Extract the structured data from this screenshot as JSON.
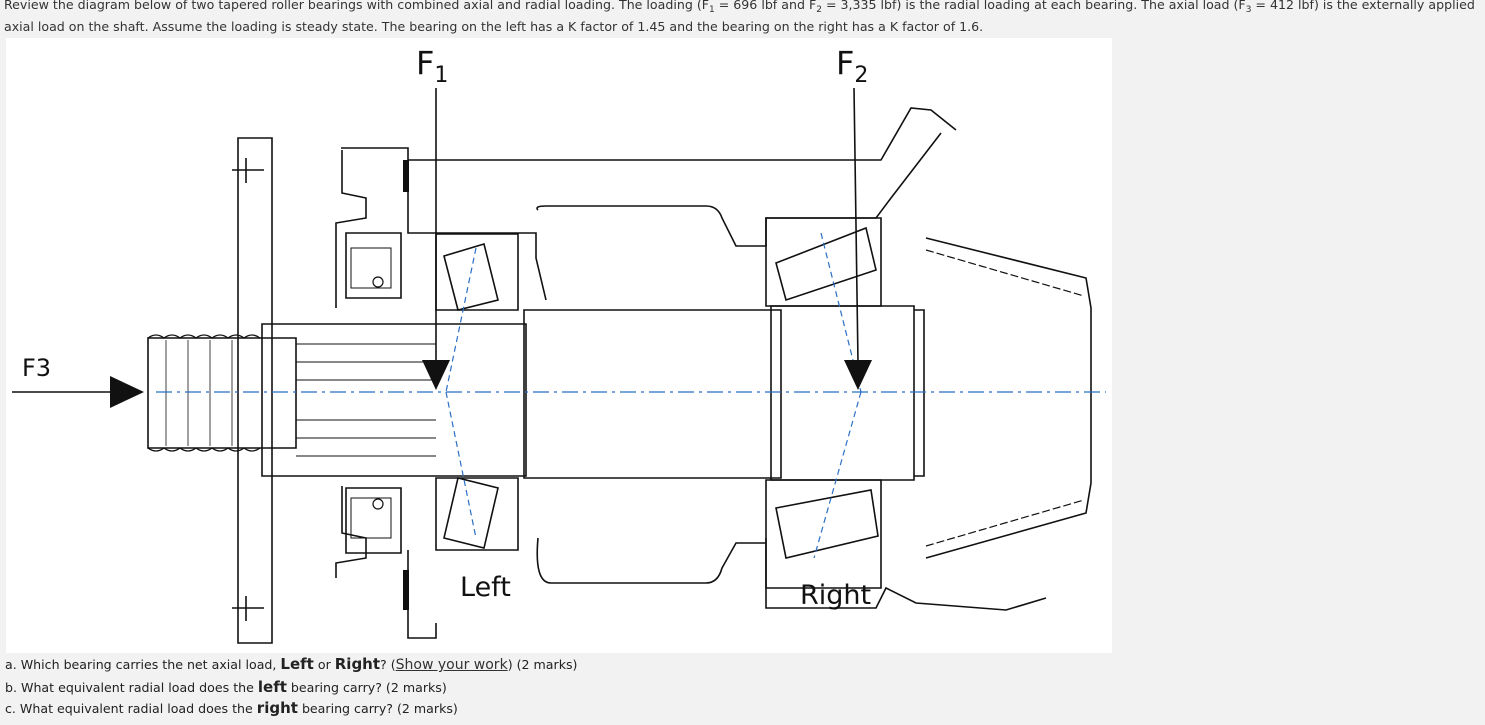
{
  "intro": {
    "line1_a": "Review the diagram below of two tapered roller bearings with combined axial and radial loading. The loading (F",
    "line1_sub1": "1",
    "line1_b": " = 696 lbf and F",
    "line1_sub2": "2",
    "line1_c": " = 3,335 lbf) is the radial loading at each bearing. The axial load (F",
    "line1_sub3": "3",
    "line1_d": " = 412 lbf) is the externally applied",
    "line2": "axial load on the shaft. Assume the loading is steady state. The bearing on the left has a K factor of 1.45 and the bearing on the right has a K factor of 1.6."
  },
  "diagram": {
    "f1_main": "F",
    "f1_sub": "1",
    "f2_main": "F",
    "f2_sub": "2",
    "f3_label": "F3",
    "left_label": "Left",
    "right_label": "Right"
  },
  "questions": {
    "a_pre": "a. Which bearing carries the net axial load, ",
    "a_left": "Left",
    "a_or": " or ",
    "a_right": "Right",
    "a_q": "? (",
    "a_link": "Show your work",
    "a_post": ") (2 marks)",
    "b_pre": "b. What equivalent radial load does the ",
    "b_bold": "left",
    "b_post": " bearing carry? (2 marks)",
    "c_pre": "c. What equivalent radial load does the ",
    "c_bold": "right",
    "c_post": " bearing carry? (2 marks)"
  }
}
